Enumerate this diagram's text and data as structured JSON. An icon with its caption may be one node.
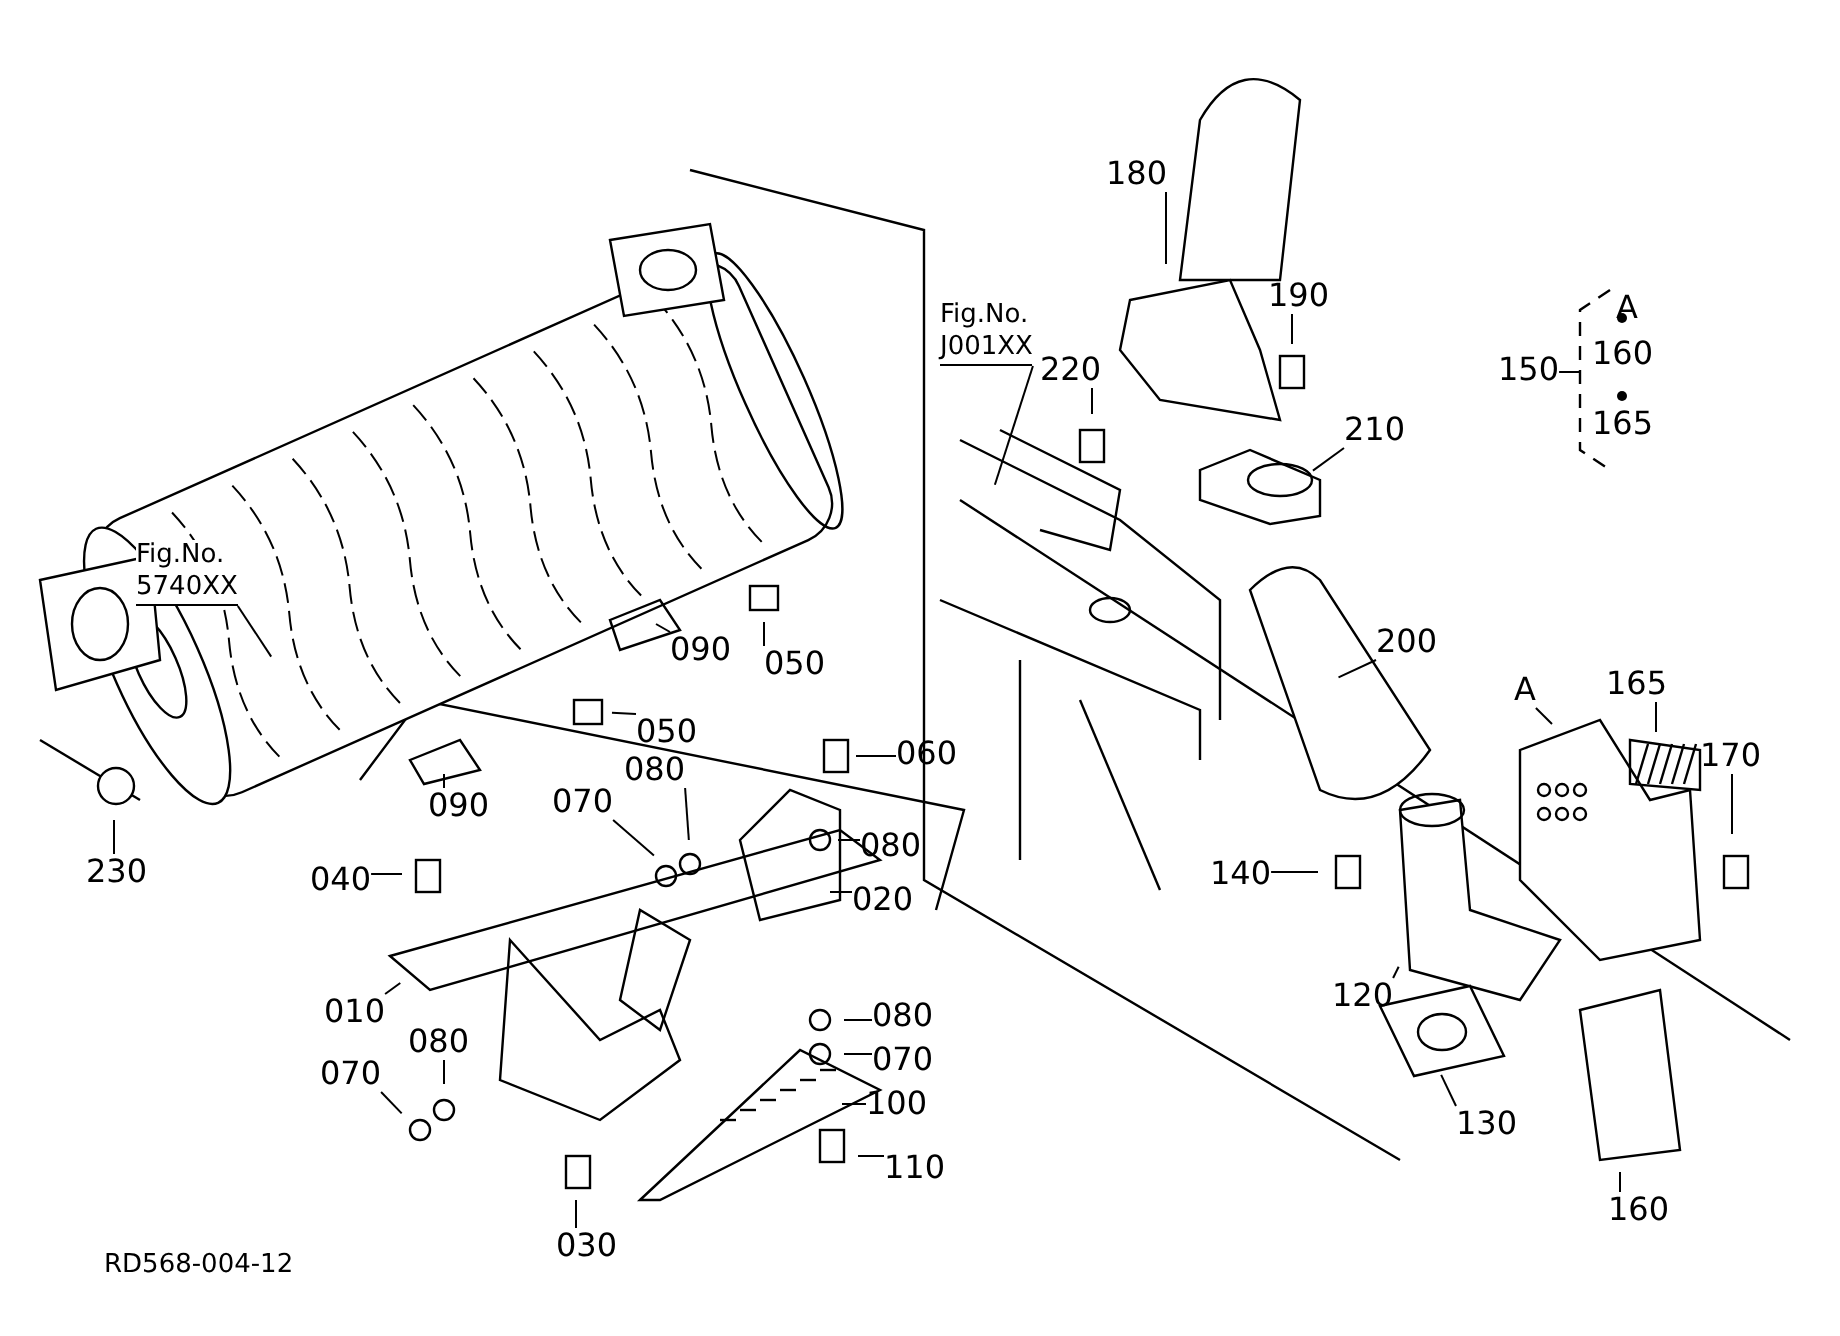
{
  "diagram": {
    "nodes": [
      {
        "text": [
          "Fig.No.",
          "5740XX"
        ]
      },
      {
        "text": [
          "Fig.No.",
          "J001XX"
        ]
      },
      {
        "text": [
          "180"
        ]
      },
      {
        "text": [
          "190"
        ]
      },
      {
        "text": [
          "220"
        ]
      },
      {
        "text": [
          "210"
        ]
      },
      {
        "text": [
          "150"
        ]
      },
      {
        "text": [
          "200"
        ]
      },
      {
        "text": [
          "A"
        ]
      },
      {
        "text": [
          "165"
        ]
      },
      {
        "text": [
          "170"
        ]
      },
      {
        "text": [
          "050"
        ]
      },
      {
        "text": [
          "090"
        ]
      },
      {
        "text": [
          "050"
        ]
      },
      {
        "text": [
          "090"
        ]
      },
      {
        "text": [
          "060"
        ]
      },
      {
        "text": [
          "080"
        ]
      },
      {
        "text": [
          "070"
        ]
      },
      {
        "text": [
          "080"
        ]
      },
      {
        "text": [
          "020"
        ]
      },
      {
        "text": [
          "040"
        ]
      },
      {
        "text": [
          "140"
        ]
      },
      {
        "text": [
          "010"
        ]
      },
      {
        "text": [
          "080"
        ]
      },
      {
        "text": [
          "120"
        ]
      },
      {
        "text": [
          "080"
        ]
      },
      {
        "text": [
          "070"
        ]
      },
      {
        "text": [
          "070"
        ]
      },
      {
        "text": [
          "100"
        ]
      },
      {
        "text": [
          "130"
        ]
      },
      {
        "text": [
          "110"
        ]
      },
      {
        "text": [
          "030"
        ]
      },
      {
        "text": [
          "160"
        ]
      },
      {
        "text": [
          "230"
        ]
      }
    ],
    "edges": [
      {
        "from": 0,
        "to": null,
        "arrow": "none"
      },
      {
        "from": 1,
        "to": null,
        "arrow": "none"
      },
      {
        "from": 2,
        "to": null,
        "arrow": "none"
      },
      {
        "from": 3,
        "to": null,
        "arrow": "none"
      },
      {
        "from": 4,
        "to": null,
        "arrow": "none"
      },
      {
        "from": 5,
        "to": null,
        "arrow": "none"
      },
      {
        "from": 6,
        "to": null,
        "arrow": "none"
      },
      {
        "from": 7,
        "to": null,
        "arrow": "none"
      },
      {
        "from": 8,
        "to": null,
        "arrow": "none"
      },
      {
        "from": 9,
        "to": null,
        "arrow": "none"
      },
      {
        "from": 10,
        "to": null,
        "arrow": "none"
      },
      {
        "from": 11,
        "to": null,
        "arrow": "none"
      },
      {
        "from": 12,
        "to": null,
        "arrow": "none"
      },
      {
        "from": 13,
        "to": null,
        "arrow": "none"
      },
      {
        "from": 14,
        "to": null,
        "arrow": "none"
      },
      {
        "from": 15,
        "to": null,
        "arrow": "none"
      },
      {
        "from": 16,
        "to": null,
        "arrow": "none"
      },
      {
        "from": 17,
        "to": null,
        "arrow": "none"
      },
      {
        "from": 18,
        "to": null,
        "arrow": "none"
      },
      {
        "from": 19,
        "to": null,
        "arrow": "none"
      },
      {
        "from": 20,
        "to": null,
        "arrow": "none"
      },
      {
        "from": 21,
        "to": null,
        "arrow": "none"
      },
      {
        "from": 22,
        "to": null,
        "arrow": "none"
      },
      {
        "from": 23,
        "to": null,
        "arrow": "none"
      },
      {
        "from": 24,
        "to": null,
        "arrow": "none"
      },
      {
        "from": 25,
        "to": null,
        "arrow": "none"
      },
      {
        "from": 26,
        "to": null,
        "arrow": "none"
      },
      {
        "from": 27,
        "to": null,
        "arrow": "none"
      },
      {
        "from": 28,
        "to": null,
        "arrow": "none"
      },
      {
        "from": 29,
        "to": null,
        "arrow": "none"
      },
      {
        "from": 30,
        "to": null,
        "arrow": "none"
      },
      {
        "from": 31,
        "to": null,
        "arrow": "none"
      },
      {
        "from": 32,
        "to": null,
        "arrow": "none"
      },
      {
        "from": 33,
        "to": null,
        "arrow": "none"
      }
    ],
    "labels": [
      "A",
      "160",
      "165",
      "RD568-004-12"
    ]
  }
}
